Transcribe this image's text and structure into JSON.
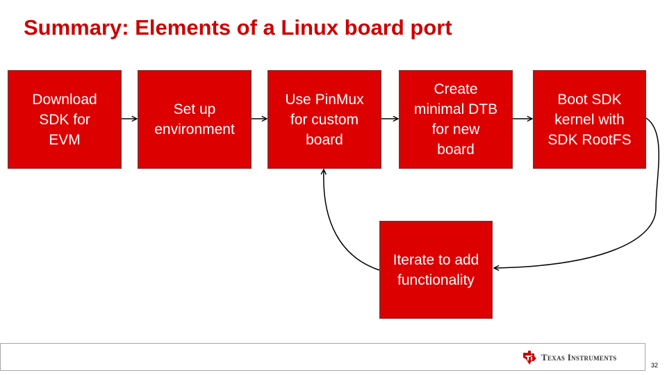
{
  "slide": {
    "title": "Summary: Elements of a Linux board port",
    "page_number": "32"
  },
  "steps": [
    {
      "label": "Download\nSDK for\nEVM"
    },
    {
      "label": "Set up\nenvironment"
    },
    {
      "label": "Use PinMux\nfor custom\nboard"
    },
    {
      "label": "Create\nminimal DTB\nfor new\nboard"
    },
    {
      "label": "Boot SDK\nkernel with\nSDK RootFS"
    },
    {
      "label": "Iterate to add\nfunctionality"
    }
  ],
  "footer": {
    "brand": "Texas Instruments",
    "logo_icon": "texas-instruments-logo-icon",
    "brand_color": "#cc0000"
  },
  "colors": {
    "title": "#cc0000",
    "box_fill": "#dd0000",
    "box_border": "#9a2020",
    "box_text": "#ffffff"
  }
}
